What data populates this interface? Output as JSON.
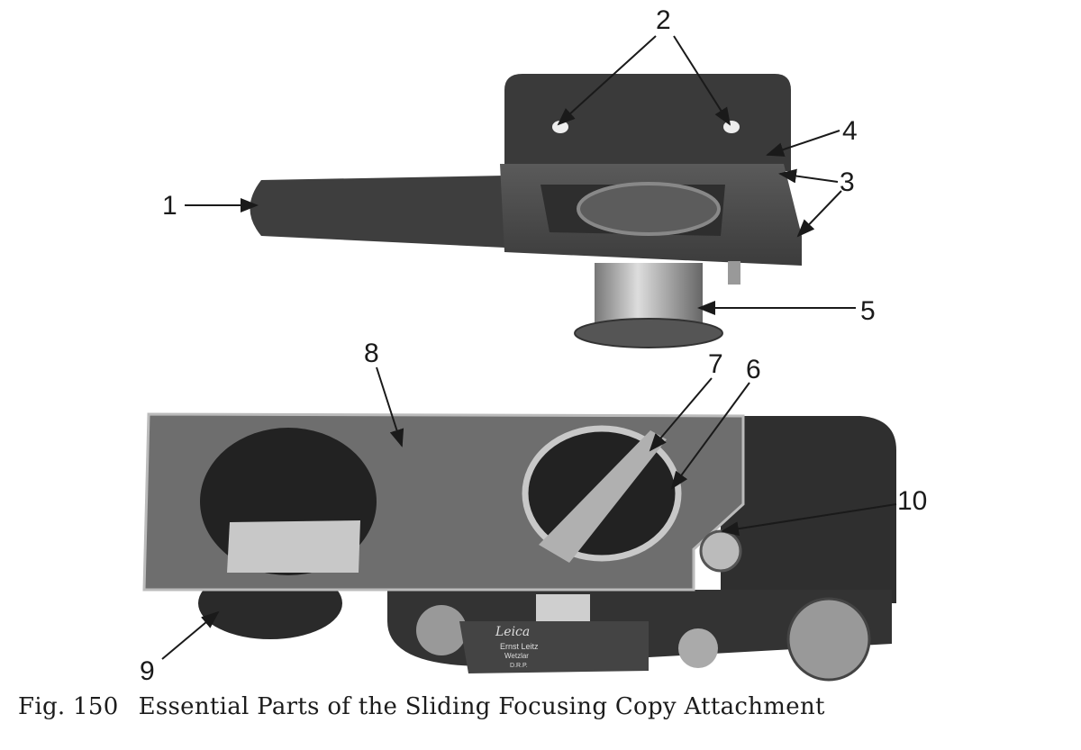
{
  "figure": {
    "callouts": [
      "1",
      "2",
      "3",
      "4",
      "5",
      "6",
      "7",
      "8",
      "9",
      "10"
    ],
    "engraving": {
      "brand": "Leica",
      "maker": "Ernst Leitz",
      "city": "Wetzlar",
      "patent": "D.R.P."
    }
  },
  "caption": {
    "number": "Fig. 150",
    "text": "Essential Parts of the Sliding Focusing Copy Attachment"
  }
}
